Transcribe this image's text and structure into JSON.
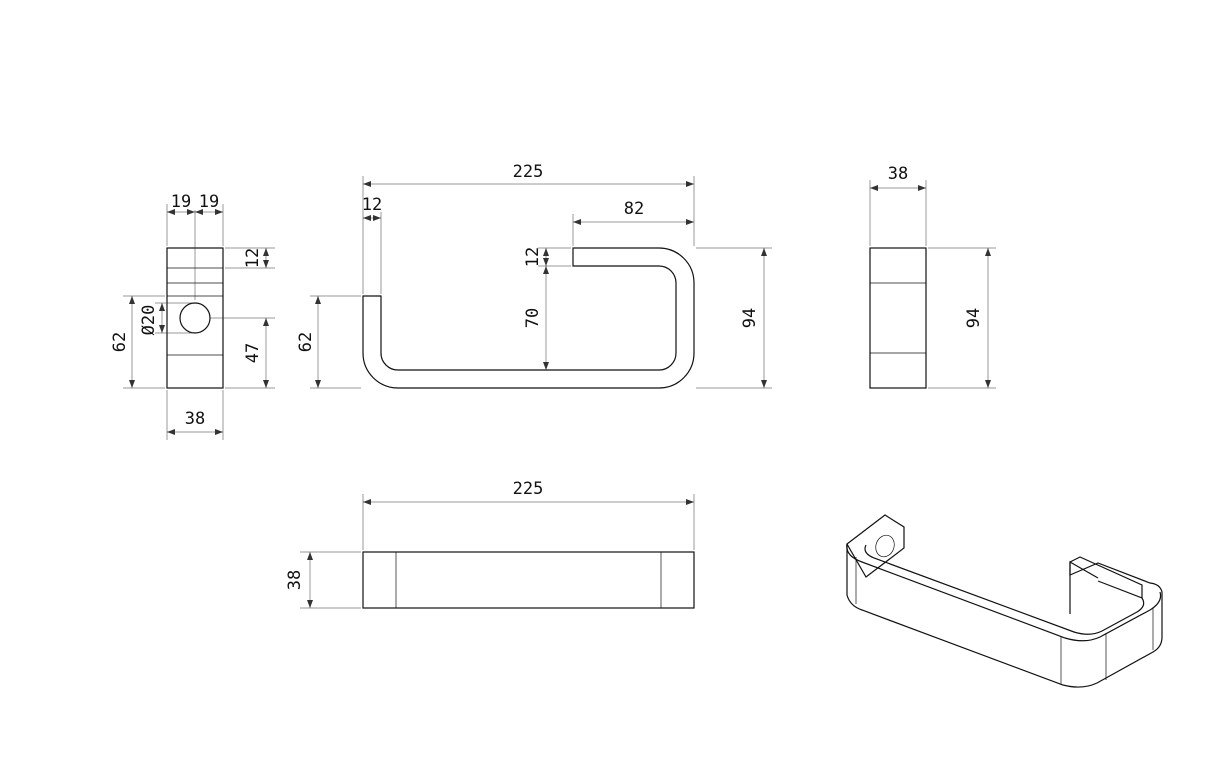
{
  "drawing": {
    "views": {
      "side_left": {
        "width_left": "19",
        "width_right": "19",
        "top_band": "12",
        "hole_diameter": "Ø20",
        "overall_height": "62",
        "hole_center_height": "47",
        "overall_width": "38"
      },
      "front": {
        "overall_length": "225",
        "wall_thickness": "12",
        "open_length": "82",
        "arm_thickness": "12",
        "inner_height": "70",
        "left_height": "62",
        "overall_height": "94"
      },
      "side_right": {
        "width": "38",
        "height": "94"
      },
      "top": {
        "length": "225",
        "depth": "38"
      }
    }
  }
}
